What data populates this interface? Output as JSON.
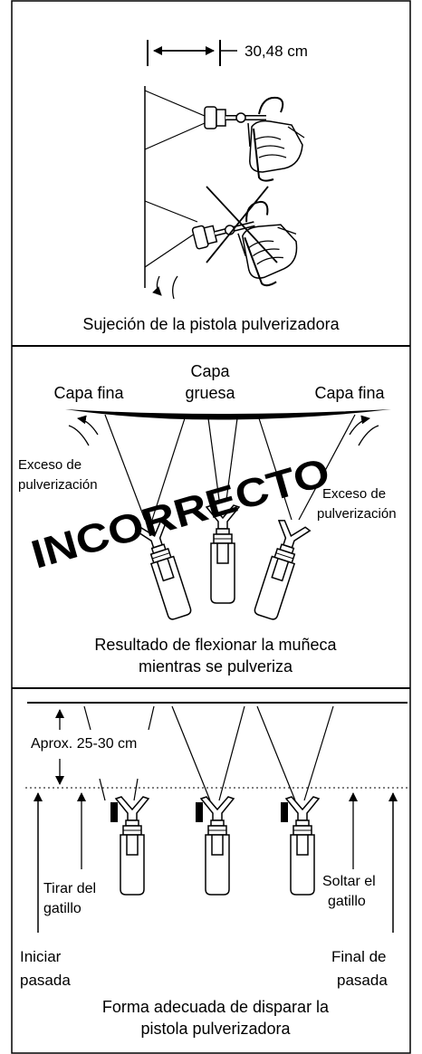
{
  "section1": {
    "dimension": "30,48 cm",
    "caption": "Sujeción de la pistola pulverizadora"
  },
  "section2": {
    "label_left": "Capa fina",
    "label_center_1": "Capa",
    "label_center_2": "gruesa",
    "label_right": "Capa fina",
    "overspray_left_1": "Exceso de",
    "overspray_left_2": "pulverización",
    "overspray_right_1": "Exceso de",
    "overspray_right_2": "pulverización",
    "stamp": "INCORRECTO",
    "caption_1": "Resultado de flexionar la muñeca",
    "caption_2": "mientras se pulveriza"
  },
  "section3": {
    "distance": "Aprox. 25-30 cm",
    "trigger_pull_1": "Tirar del",
    "trigger_pull_2": "gatillo",
    "trigger_release_1": "Soltar el",
    "trigger_release_2": "gatillo",
    "start_1": "Iniciar",
    "start_2": "pasada",
    "end_1": "Final de",
    "end_2": "pasada",
    "caption_1": "Forma adecuada de disparar la",
    "caption_2": "pistola pulverizadora"
  }
}
